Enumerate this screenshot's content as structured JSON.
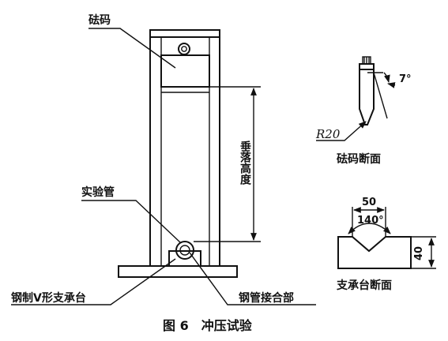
{
  "labels": {
    "weight": "砝码",
    "drop_height": "垂落高度",
    "test_tube": "实验管",
    "v_support": "钢制V形支承台",
    "tube_joint": "钢管接合部",
    "weight_section": "砝码断面",
    "support_section": "支承台断面",
    "caption": "图 6　冲压试验"
  },
  "dimensions": {
    "radius": "R20",
    "angle_tip": "7°",
    "width": "50",
    "v_angle": "140°",
    "height": "40"
  }
}
